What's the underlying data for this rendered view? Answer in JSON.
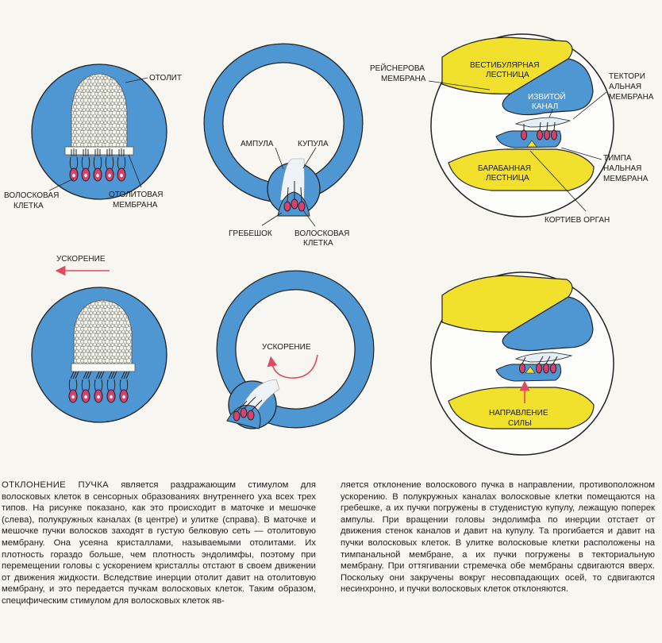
{
  "labels": {
    "otolith": "ОТОЛИТ",
    "hair_cell_1": "ВОЛОСКОВАЯ",
    "hair_cell_2": "КЛЕТКА",
    "otolith_membrane_1": "ОТОЛИТОВАЯ",
    "otolith_membrane_2": "МЕМБРАНА",
    "ampulla": "АМПУЛА",
    "cupula": "КУПУЛА",
    "crista": "ГРЕБЕШОК",
    "hair_cell_mid_1": "ВОЛОСКОВАЯ",
    "hair_cell_mid_2": "КЛЕТКА",
    "reissner_1": "РЕЙСНЕРОВА",
    "reissner_2": "МЕМБРАНА",
    "vestibular_1": "ВЕСТИБУЛЯРНАЯ",
    "vestibular_2": "ЛЕСТНИЦА",
    "cochlear_duct_1": "ИЗВИТОЙ",
    "cochlear_duct_2": "КАНАЛ",
    "tectorial_1": "ТЕКТОРИ",
    "tectorial_2": "АЛЬНАЯ",
    "tectorial_3": "МЕМБРАНА",
    "tympanic_scala_1": "БАРАБАННАЯ",
    "tympanic_scala_2": "ЛЕСТНИЦА",
    "tympanic_membrane_1": "ТИМПА",
    "tympanic_membrane_2": "НАЛЬНАЯ",
    "tympanic_membrane_3": "МЕМБРАНА",
    "corti": "КОРТИЕВ ОРГАН",
    "acceleration_left": "УСКОРЕНИЕ",
    "acceleration_mid": "УСКОРЕНИЕ",
    "force_1": "НАПРАВЛЕНИЕ",
    "force_2": "СИЛЫ"
  },
  "caption": {
    "lead": "ОТКЛОНЕНИЕ ПУЧКА",
    "left": "является раздражающим стимулом для волосковых клеток в сенсорных образованиях внутреннего уха всех трех типов. На рисунке показано, как это происходит в маточке и мешочке (слева), полукружных каналах (в центре) и улитке (справа). В маточке и мешочке пучки волосков заходят в густую белковую сеть — отолитовую мембрану. Она усеяна кристаллами, называемыми отолитами. Их плотность гораздо больше, чем плотность эндолимфы, поэтому при перемещении головы с ускорением кристаллы отстают в своем движении от движения жидкости. Вследствие инерции отолит давит на отолитовую мембрану, и это передается пучкам волосковых клеток. Таким образом, специфическим стимулом для волосковых клеток яв-",
    "right": "ляется отклонение волоскового пучка в направлении, противоположном ускорению. В полукружных каналах волосковые клетки помещаются на гребешке, а их пучки погружены в студенистую купулу, лежащую поперек ампулы. При вращении головы эндолимфа по инерции отстает от движения стенок каналов и давит на купулу. Та прогибается и давит на пучки волосковых клеток. В улитке волосковые клетки расположены на тимпанальной мембране, а их пучки погружены в текториальную мембрану. При оттягивании стремечка обе мембраны сдвигаются вверх. Поскольку они закручены вокруг несовпадающих осей, то сдвигаются несинхронно, и пучки волосковых клеток отклоняются."
  },
  "colors": {
    "fluid_blue": "#4f97d3",
    "perilymph_yellow": "#f2e12c",
    "hair_cell_pink": "#d9406e",
    "arrow_red": "#e14a63",
    "gel": "#e5eef6"
  }
}
